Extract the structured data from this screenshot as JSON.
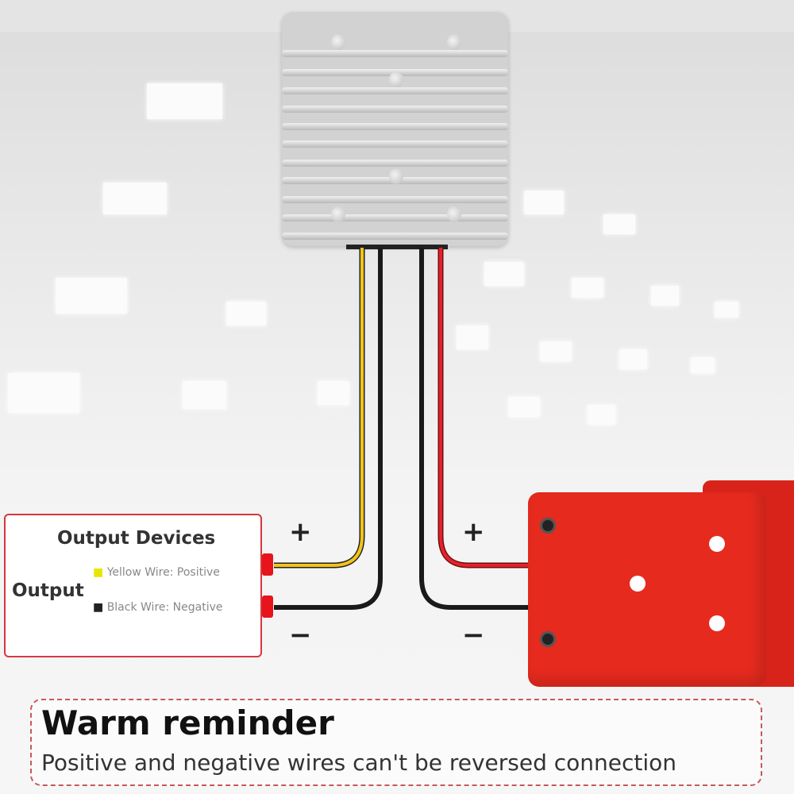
{
  "output_box": {
    "title": "Output Devices",
    "label": "Output",
    "items": [
      {
        "text": "Yellow Wire: Positive",
        "color": "#e6e600"
      },
      {
        "text": "Black Wire: Negative",
        "color": "#222222"
      }
    ]
  },
  "signs": {
    "plus": "+",
    "minus": "−"
  },
  "reminder": {
    "title": "Warm reminder",
    "text": "Positive and negative wires can't be reversed connection"
  },
  "colors": {
    "yellow_wire": "#f2c418",
    "black_wire": "#1a1a1a",
    "red_wire": "#e8202a",
    "adapter": "#e62a1e",
    "border": "#d5383e"
  }
}
